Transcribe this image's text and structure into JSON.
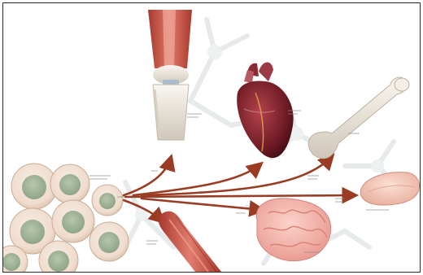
{
  "figure": {
    "frame_color": "#2a2a2a",
    "background": "#ffffff",
    "arrow_color": "#9a3c24",
    "network_color": "#e6eaea",
    "source": {
      "name": "stem-cell-cluster",
      "cell_color": "#eed9c8",
      "nucleus_color": "#9fb49a"
    },
    "targets": [
      {
        "name": "knee-joint",
        "tissue_color": "#d9736a"
      },
      {
        "name": "heart",
        "tissue_color": "#7b1f2a"
      },
      {
        "name": "bone",
        "tissue_color": "#ece6dc"
      },
      {
        "name": "skin-tissue",
        "tissue_color": "#f1c3b6"
      },
      {
        "name": "brain",
        "tissue_color": "#f2b2aa"
      },
      {
        "name": "muscle",
        "tissue_color": "#c85a4a"
      }
    ]
  }
}
